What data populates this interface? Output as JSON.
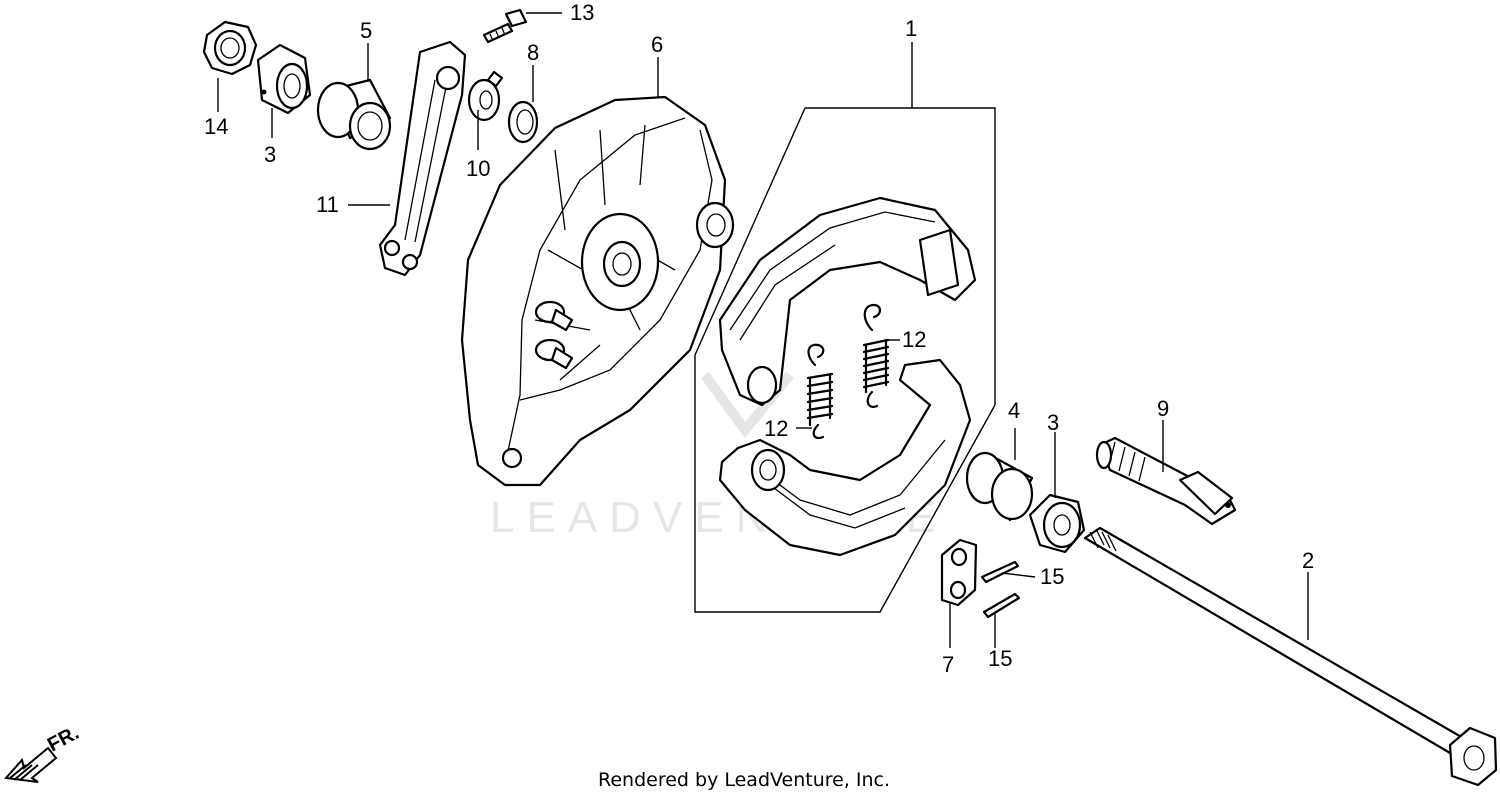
{
  "diagram": {
    "watermark": "LEADVENTURE",
    "footer": "Rendered by LeadVenture, Inc.",
    "direction_label": "FR.",
    "callouts": {
      "c1": "1",
      "c2": "2",
      "c3a": "3",
      "c3b": "3",
      "c4": "4",
      "c5": "5",
      "c6": "6",
      "c7": "7",
      "c8": "8",
      "c9": "9",
      "c10": "10",
      "c11": "11",
      "c12a": "12",
      "c12b": "12",
      "c13": "13",
      "c14": "14",
      "c15a": "15",
      "c15b": "15"
    }
  }
}
